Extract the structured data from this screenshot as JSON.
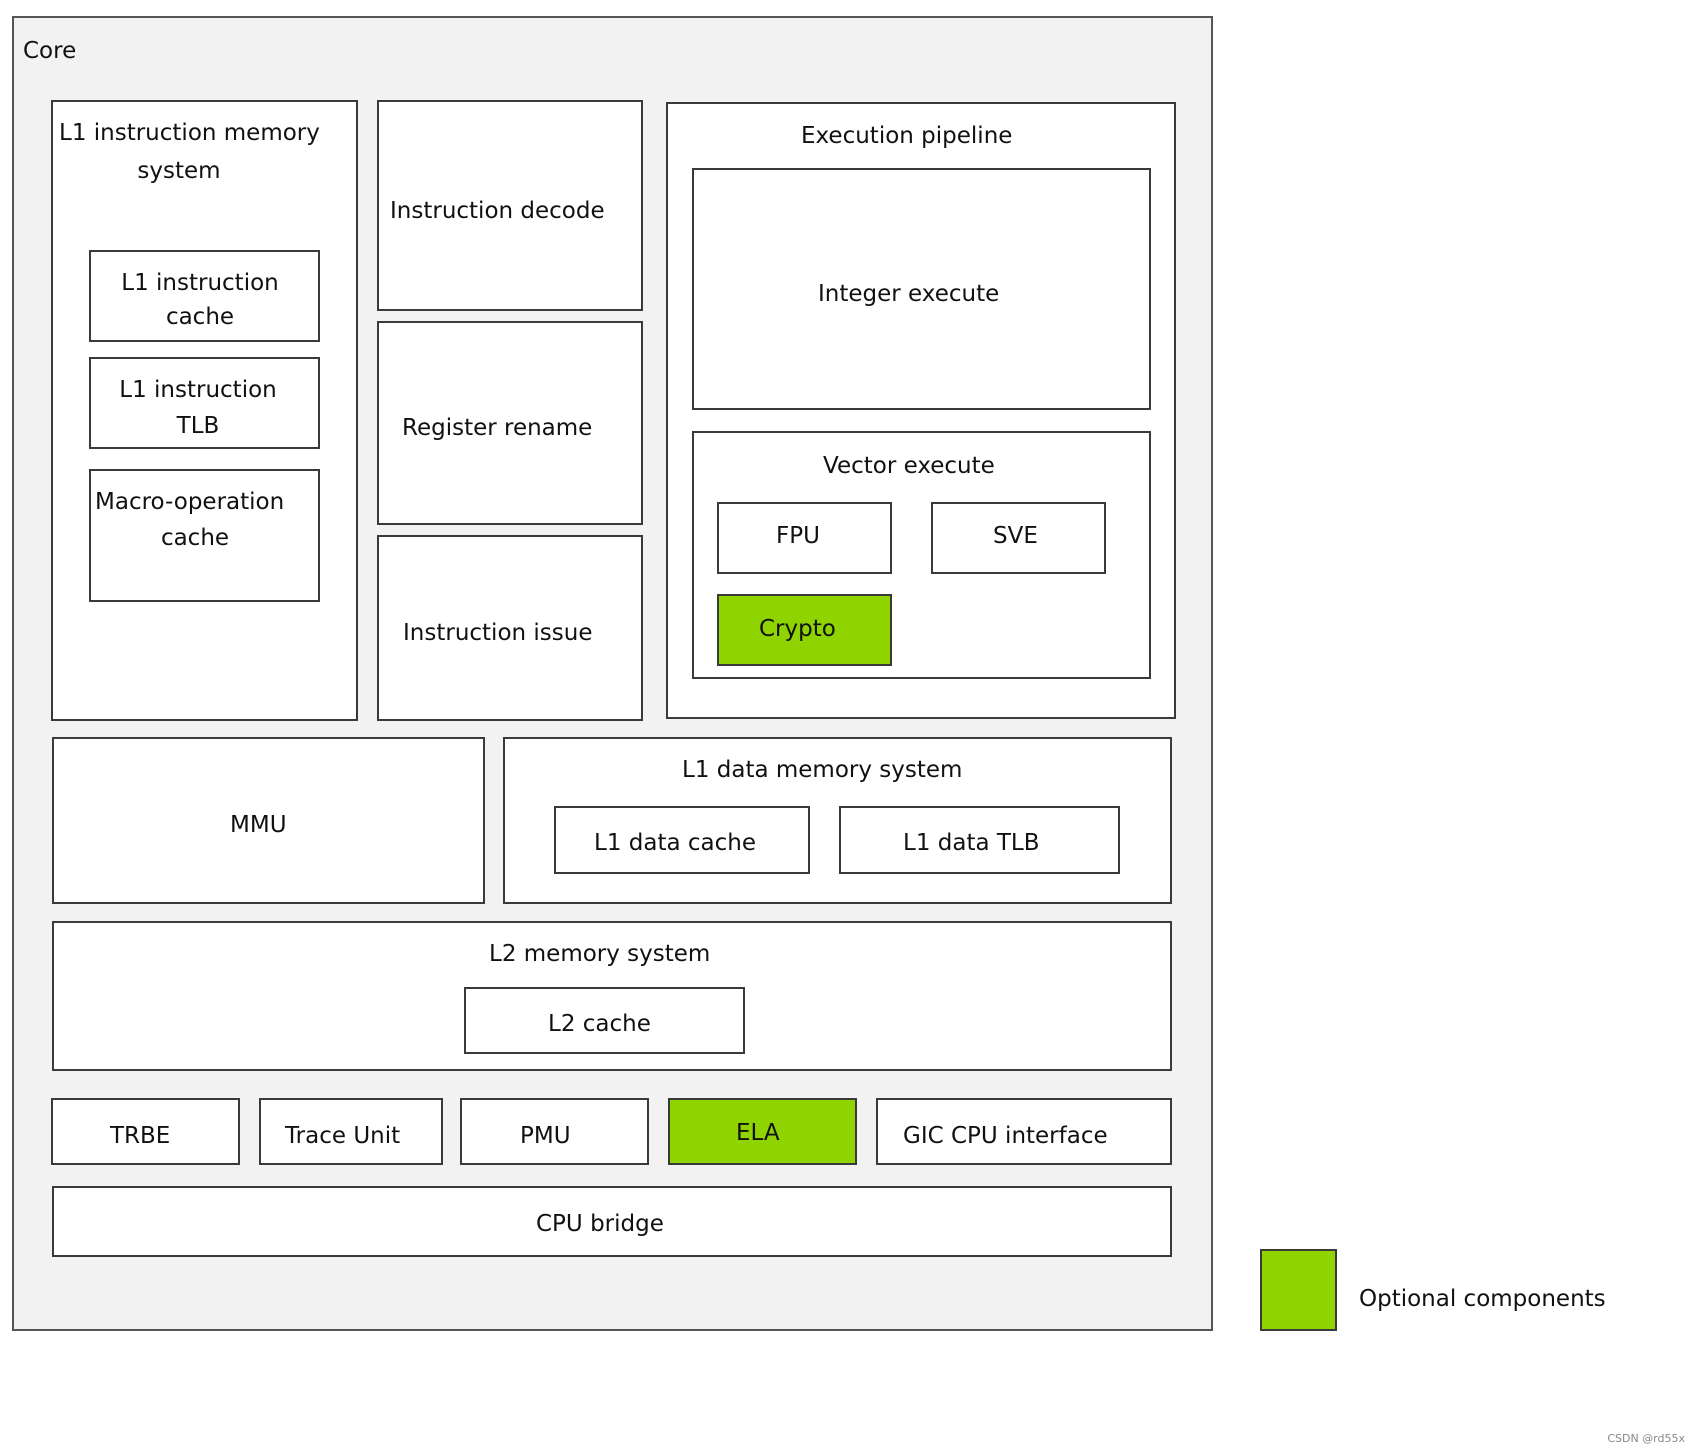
{
  "core": {
    "label": "Core"
  },
  "l1_instruction_memory": {
    "label_line1": "L1 instruction memory",
    "label_line2": "system",
    "icache": {
      "line1": "L1 instruction",
      "line2": "cache"
    },
    "itlb": {
      "line1": "L1 instruction",
      "line2": "TLB"
    },
    "mop_cache": {
      "line1": "Macro-operation",
      "line2": "cache"
    }
  },
  "instruction_decode": {
    "label": "Instruction decode"
  },
  "register_rename": {
    "label": "Register rename"
  },
  "instruction_issue": {
    "label": "Instruction issue"
  },
  "execution_pipeline": {
    "label": "Execution pipeline",
    "integer_execute": {
      "label": "Integer execute"
    },
    "vector_execute": {
      "label": "Vector execute",
      "fpu": "FPU",
      "sve": "SVE",
      "crypto": "Crypto"
    }
  },
  "mmu": {
    "label": "MMU"
  },
  "l1_data_memory": {
    "label": "L1 data memory system",
    "dcache": "L1 data cache",
    "dtlb": "L1 data TLB"
  },
  "l2_memory": {
    "label": "L2 memory system",
    "l2_cache": "L2 cache"
  },
  "bottom_units": {
    "trbe": "TRBE",
    "trace_unit": "Trace Unit",
    "pmu": "PMU",
    "ela": "ELA",
    "gic": "GIC CPU interface"
  },
  "cpu_bridge": {
    "label": "CPU bridge"
  },
  "legend": {
    "label": "Optional components",
    "color": "#8fd400"
  },
  "watermark": "CSDN @rd55x"
}
